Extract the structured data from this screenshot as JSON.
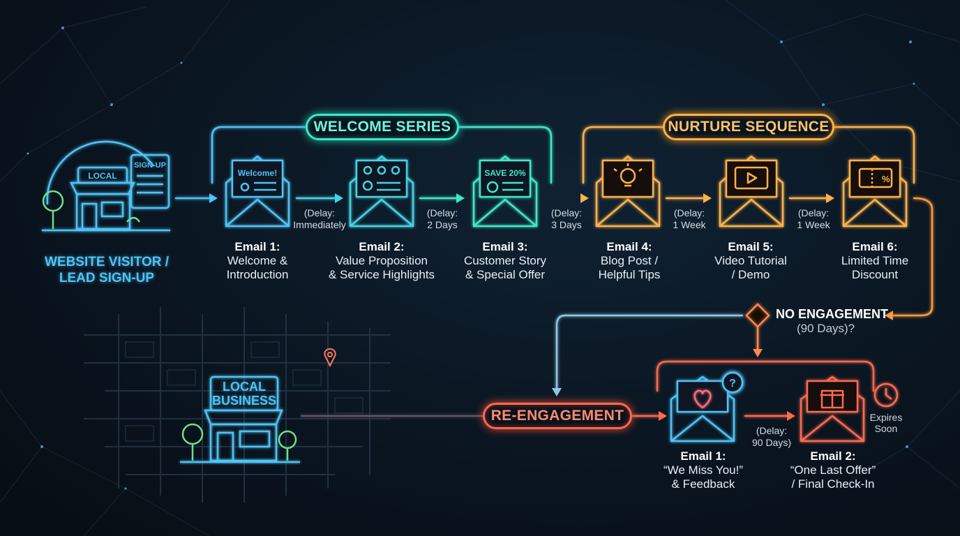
{
  "source": {
    "line1": "WEBSITE VISITOR /",
    "line2": "LEAD SIGN-UP",
    "store_sign": "LOCAL",
    "form_title": "SIGN-UP"
  },
  "sections": {
    "welcome": "WELCOME SERIES",
    "nurture": "NURTURE SEQUENCE",
    "reengagement": "RE-ENGAGEMENT"
  },
  "emails": [
    {
      "title": "Email 1:",
      "line1": "Welcome &",
      "line2": "Introduction",
      "letter_text": "Welcome!"
    },
    {
      "title": "Email 2:",
      "line1": "Value Proposition",
      "line2": "& Service Highlights"
    },
    {
      "title": "Email 3:",
      "line1": "Customer Story",
      "line2": "& Special Offer",
      "letter_text": "SAVE 20%"
    },
    {
      "title": "Email 4:",
      "line1": "Blog Post /",
      "line2": "Helpful Tips"
    },
    {
      "title": "Email 5:",
      "line1": "Video Tutorial",
      "line2": "/ Demo"
    },
    {
      "title": "Email 6:",
      "line1": "Limited Time",
      "line2": "Discount"
    }
  ],
  "delays": [
    {
      "line1": "(Delay:",
      "line2": "Immediately"
    },
    {
      "line1": "(Delay:",
      "line2": "2 Days"
    },
    {
      "line1": "(Delay:",
      "line2": "3 Days"
    },
    {
      "line1": "(Delay:",
      "line2": "1 Week"
    },
    {
      "line1": "(Delay:",
      "line2": "1 Week"
    }
  ],
  "decision": {
    "line1": "NO ENGAGEMENT",
    "line2": "(90 Days)?"
  },
  "re_emails": [
    {
      "title": "Email 1:",
      "line1": "“We Miss You!”",
      "line2": "& Feedback"
    },
    {
      "title": "Email 2:",
      "line1": "“One Last Offer”",
      "line2": "/ Final Check-In"
    }
  ],
  "re_delay": {
    "line1": "(Delay:",
    "line2": "90 Days)"
  },
  "expires": {
    "line1": "Expires",
    "line2": "Soon"
  },
  "business": {
    "line1": "LOCAL",
    "line2": "BUSINESS"
  },
  "colors": {
    "blue": "#4fc3f7",
    "teal": "#3fe8c8",
    "orange": "#ffb24a",
    "red": "#ff6a4f"
  }
}
